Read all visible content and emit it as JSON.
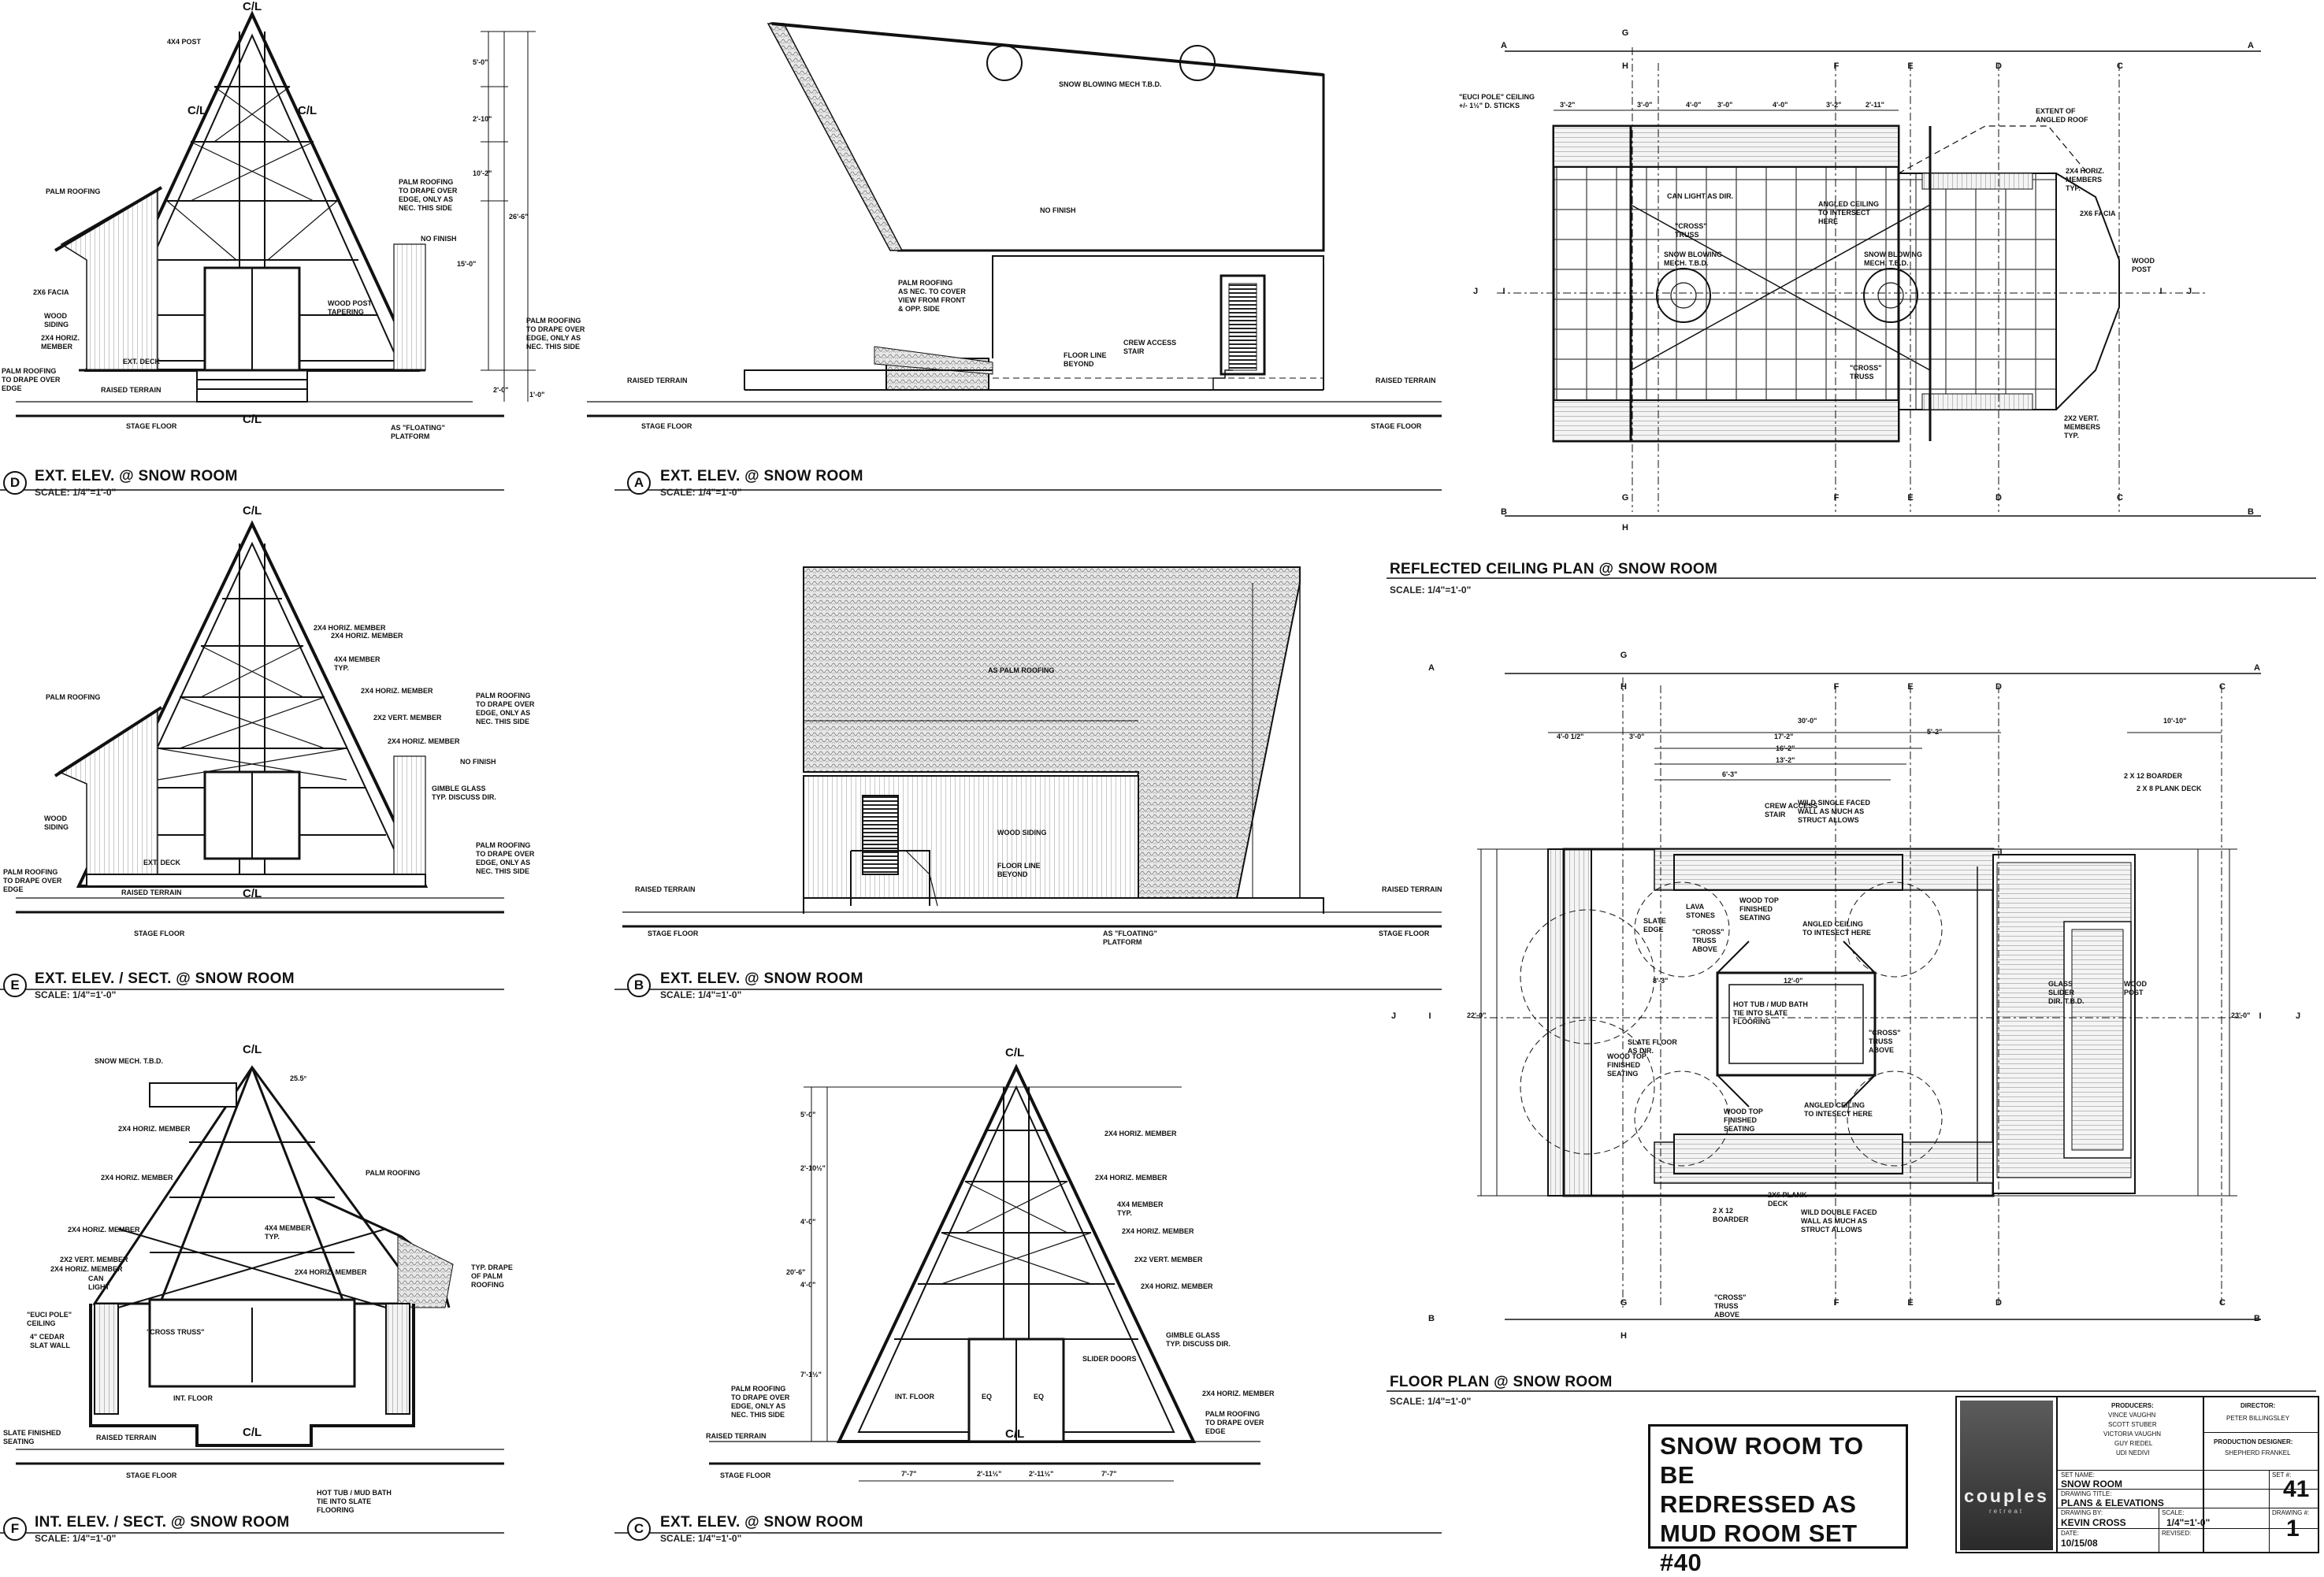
{
  "drawings": {
    "D": {
      "letter": "D",
      "title": "EXT. ELEV. @ SNOW ROOM",
      "scale": "SCALE: 1/4\"=1'-0\""
    },
    "A": {
      "letter": "A",
      "title": "EXT. ELEV. @ SNOW ROOM",
      "scale": "SCALE: 1/4\"=1'-0\""
    },
    "E": {
      "letter": "E",
      "title": "EXT. ELEV. / SECT. @ SNOW ROOM",
      "scale": "SCALE: 1/4\"=1'-0\""
    },
    "B": {
      "letter": "B",
      "title": "EXT. ELEV. @ SNOW ROOM",
      "scale": "SCALE: 1/4\"=1'-0\""
    },
    "F": {
      "letter": "F",
      "title": "INT. ELEV. / SECT. @ SNOW ROOM",
      "scale": "SCALE: 1/4\"=1'-0\""
    },
    "C": {
      "letter": "C",
      "title": "EXT. ELEV. @ SNOW ROOM",
      "scale": "SCALE: 1/4\"=1'-0\""
    },
    "RCP": {
      "title": "REFLECTED CEILING PLAN @ SNOW ROOM",
      "scale": "SCALE: 1/4\"=1'-0\""
    },
    "FP": {
      "title": "FLOOR PLAN @ SNOW ROOM",
      "scale": "SCALE: 1/4\"=1'-0\""
    }
  },
  "centerline": "C/L",
  "labels": {
    "post_4x4": "4X4 POST",
    "palm_roofing": "PALM ROOFING",
    "palm_drape": "PALM ROOFING\nTO DRAPE OVER\nEDGE, ONLY AS\nNEC. THIS SIDE",
    "palm_drape_edge": "PALM ROOFING\nTO DRAPE OVER\nEDGE",
    "no_finish": "NO FINISH",
    "facia_2x6": "2X6 FACIA",
    "wood_siding": "WOOD\nSIDING",
    "horiz_member": "2X4 HORIZ.\nMEMBER",
    "horiz_member_1": "2X4 HORIZ. MEMBER",
    "wood_post_tapering": "WOOD POST\nTAPERING",
    "ext_deck": "EXT. DECK",
    "raised_terrain": "RAISED TERRAIN",
    "stage_floor": "STAGE FLOOR",
    "floating_platform": "AS \"FLOATING\"\nPLATFORM",
    "snow_mech": "SNOW BLOWING MECH T.B.D.",
    "palm_cover": "PALM ROOFING\nAS NEC. TO COVER\nVIEW FROM FRONT\n& OPP. SIDE",
    "floor_line": "FLOOR LINE\nBEYOND",
    "crew_stair": "CREW ACCESS\nSTAIR",
    "member_4x4": "4X4 MEMBER\nTYP.",
    "vert_member": "2X2 VERT. MEMBER",
    "gimble_glass": "GIMBLE GLASS\nTYP. DISCUSS DIR.",
    "as_palm": "AS PALM ROOFING",
    "wood_siding_1": "WOOD SIDING",
    "snow_mech_tbd": "SNOW MECH. T.B.D.",
    "angle_255": "25.5°",
    "euci_pole": "\"EUCI POLE\"\nCEILING",
    "cedar_slat": "4\" CEDAR\nSLAT WALL",
    "cam_light": "CAN\nLIGHT",
    "cross_truss": "\"CROSS TRUSS\"",
    "int_floor": "INT. FLOOR",
    "slate_seating": "SLATE FINISHED\nSEATING",
    "hot_tub": "HOT TUB / MUD BATH\nTIE INTO SLATE\nFLOORING",
    "typ_drape": "TYP. DRAPE\nOF PALM\nROOFING",
    "slider_doors": "SLIDER DOORS",
    "eq": "EQ",
    "euci_ceiling": "\"EUCI POLE\" CEILING\n+/- 1½\" D. STICKS",
    "can_light": "CAN LIGHT AS DIR.",
    "angled_ceiling": "ANGLED CEILING\nTO INTERSECT\nHERE",
    "cross_truss_rcp": "\"CROSS\"\nTRUSS",
    "snow_mech_rcp": "SNOW BLOWING\nMECH. T.B.D.",
    "extent_roof": "EXTENT OF\nANGLED ROOF",
    "horiz_members": "2X4 HORIZ.\nMEMBERS\nTYP.",
    "facia_2x6_1": "2X6 FACIA",
    "wood_post": "WOOD\nPOST",
    "vert_members": "2X2 VERT.\nMEMBERS\nTYP.",
    "boarder_2x12": "2 X 12 BOARDER",
    "plank_deck": "2 X 8 PLANK DECK",
    "wild_single": "WILD SINGLE FACED\nWALL AS MUCH AS\nSTRUCT ALLOWS",
    "lava_stones": "LAVA\nSTONES",
    "wood_top": "WOOD TOP\nFINISHED\nSEATING",
    "slate_edge": "SLATE\nEDGE",
    "cross_above": "\"CROSS\"\nTRUSS\nABOVE",
    "angled_fp": "ANGLED CEILING\nTO INTESECT HERE",
    "hot_tub_fp": "HOT TUB / MUD BATH\nTIE INTO SLATE\nFLOORING",
    "slate_floor": "SLATE FLOOR\nAS DIR.",
    "glass_slider": "GLASS\nSLIDER\nDIR. T.B.D.",
    "plank_deck_fp": "2X6 PLANK\nDECK",
    "boarder_fp": "2 X 12\nBOARDER",
    "wild_double": "WILD DOUBLE FACED\nWALL AS MUCH AS\nSTRUCT ALLOWS"
  },
  "dims": {
    "d1": "5'-0\"",
    "d2": "2'-10\"",
    "d3": "10'-2\"",
    "d4": "15'-0\"",
    "d5": "26'-6\"",
    "d6": "2'-0\"",
    "d7": "1'-0\"",
    "c1": "5'-0\"",
    "c2": "2'-10½\"",
    "c3": "4'-0\"",
    "c4": "20'-6\"",
    "c5": "4'-0\"",
    "c6": "7'-1½\"",
    "cb1": "7'-7\"",
    "cb2": "2'-11½\"",
    "cb3": "2'-11½\"",
    "cb4": "7'-7\"",
    "f1": "30'-0\"",
    "f2": "17'-2\"",
    "f3": "16'-2\"",
    "f4": "13'-2\"",
    "f5": "10'-10\"",
    "f6": "4'-0 1/2\"",
    "f7": "3'-0\"",
    "f8": "5'-2\"",
    "f9": "6'-3\"",
    "f10": "12'-0\"",
    "f11": "8'-3\"",
    "f12": "22'-0\"",
    "f13": "23'-0\"",
    "r1": "3'-2\"",
    "r2": "3'-0\"",
    "r3": "4'-0\"",
    "r4": "3'-0\"",
    "r5": "4'-0\"",
    "r6": "3'-2\"",
    "r7": "2'-11\""
  },
  "grid": {
    "top": [
      "G",
      "H",
      "F",
      "E",
      "D",
      "C"
    ],
    "side_left": [
      "A",
      "J",
      "I",
      "B"
    ],
    "side_right": [
      "A",
      "J",
      "I",
      "B"
    ]
  },
  "note": {
    "line1": "SNOW ROOM TO BE",
    "line2": "REDRESSED AS",
    "line3": "MUD ROOM SET #40"
  },
  "title_block": {
    "logo": "couples",
    "logo_sub": "retreat",
    "producers_label": "PRODUCERS:",
    "producers": [
      "VINCE VAUGHN",
      "SCOTT STUBER",
      "VICTORIA VAUGHN",
      "GUY RIEDEL",
      "UDI NEDIVI"
    ],
    "director_label": "DIRECTOR:",
    "director": "PETER BILLINGSLEY",
    "pd_label": "PRODUCTION DESIGNER:",
    "pd": "SHEPHERD FRANKEL",
    "set_name_label": "SET NAME:",
    "set_name": "SNOW ROOM",
    "set_no_label": "SET #:",
    "set_no": "41",
    "drawing_title_label": "DRAWING TITLE:",
    "drawing_title": "PLANS & ELEVATIONS",
    "drawn_by_label": "DRAWING BY:",
    "drawn_by": "KEVIN CROSS",
    "scale_label": "SCALE:",
    "scale": "1/4\"=1'-0\"",
    "drawing_no_label": "DRAWING #:",
    "drawing_no": "1",
    "date_label": "DATE:",
    "date": "10/15/08",
    "revised_label": "REVISED:"
  }
}
